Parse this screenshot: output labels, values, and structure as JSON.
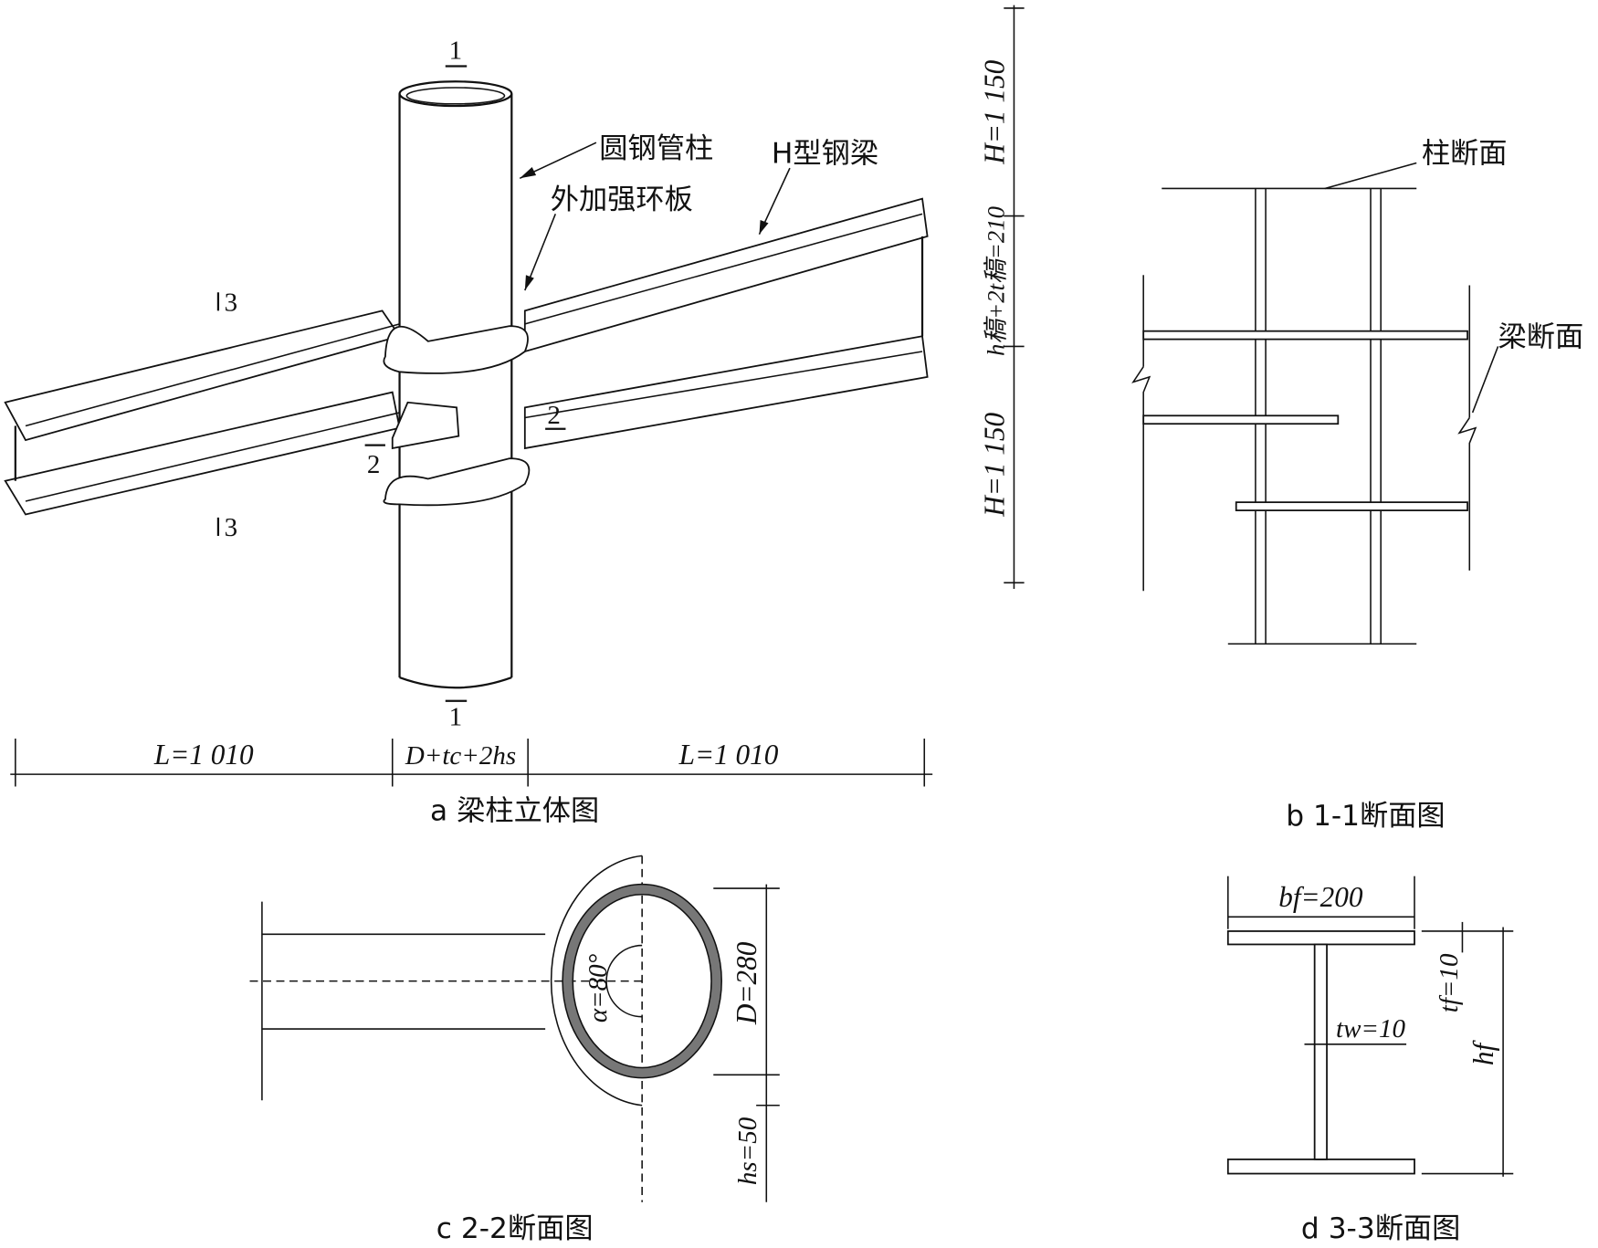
{
  "panel_a": {
    "caption": "a  梁柱立体图",
    "label_column": "圆钢管柱",
    "label_ring": "外加强环板",
    "label_beam": "H型钢梁",
    "sec1_top": "1",
    "sec1_bottom": "1",
    "sec2_left": "2",
    "sec2_right": "2",
    "sec3_top": "3",
    "sec3_bottom": "3",
    "dim_left": "L=1 010",
    "dim_mid": "D+tc+2hs",
    "dim_right": "L=1 010",
    "dim_h_top": "H=1 150",
    "dim_mid_v": "h稿+2t稿=210",
    "dim_h_bottom": "H=1 150"
  },
  "panel_b": {
    "caption": "b  1-1断面图",
    "label_column": "柱断面",
    "label_beam": "梁断面"
  },
  "panel_c": {
    "caption": "c  2-2断面图",
    "angle": "α=80°",
    "dim_d": "D=280",
    "dim_hs": "hs=50"
  },
  "panel_d": {
    "caption": "d  3-3断面图",
    "dim_bf": "bf=200",
    "dim_tf": "tf=10",
    "dim_tw": "tw=10",
    "dim_hf": "hf"
  }
}
